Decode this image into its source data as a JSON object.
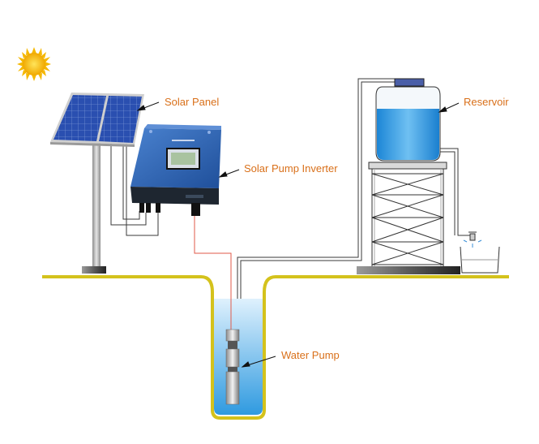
{
  "labels": {
    "solar_panel": "Solar Panel",
    "inverter": "Solar Pump Inverter",
    "reservoir": "Reservoir",
    "water_pump": "Water Pump"
  },
  "colors": {
    "label_text": "#d9701a",
    "ground_line": "#d4c21c",
    "water": "#2f9ae0",
    "inverter_body": "#2b5fae",
    "sun": "#f5b800",
    "pump_cable": "#e05a4a",
    "wiring": "#3a3a3a"
  },
  "icons": [
    "sun-icon",
    "solar-panel-icon",
    "inverter-icon",
    "reservoir-tank-icon",
    "tower-icon",
    "faucet-icon",
    "water-pump-icon"
  ]
}
